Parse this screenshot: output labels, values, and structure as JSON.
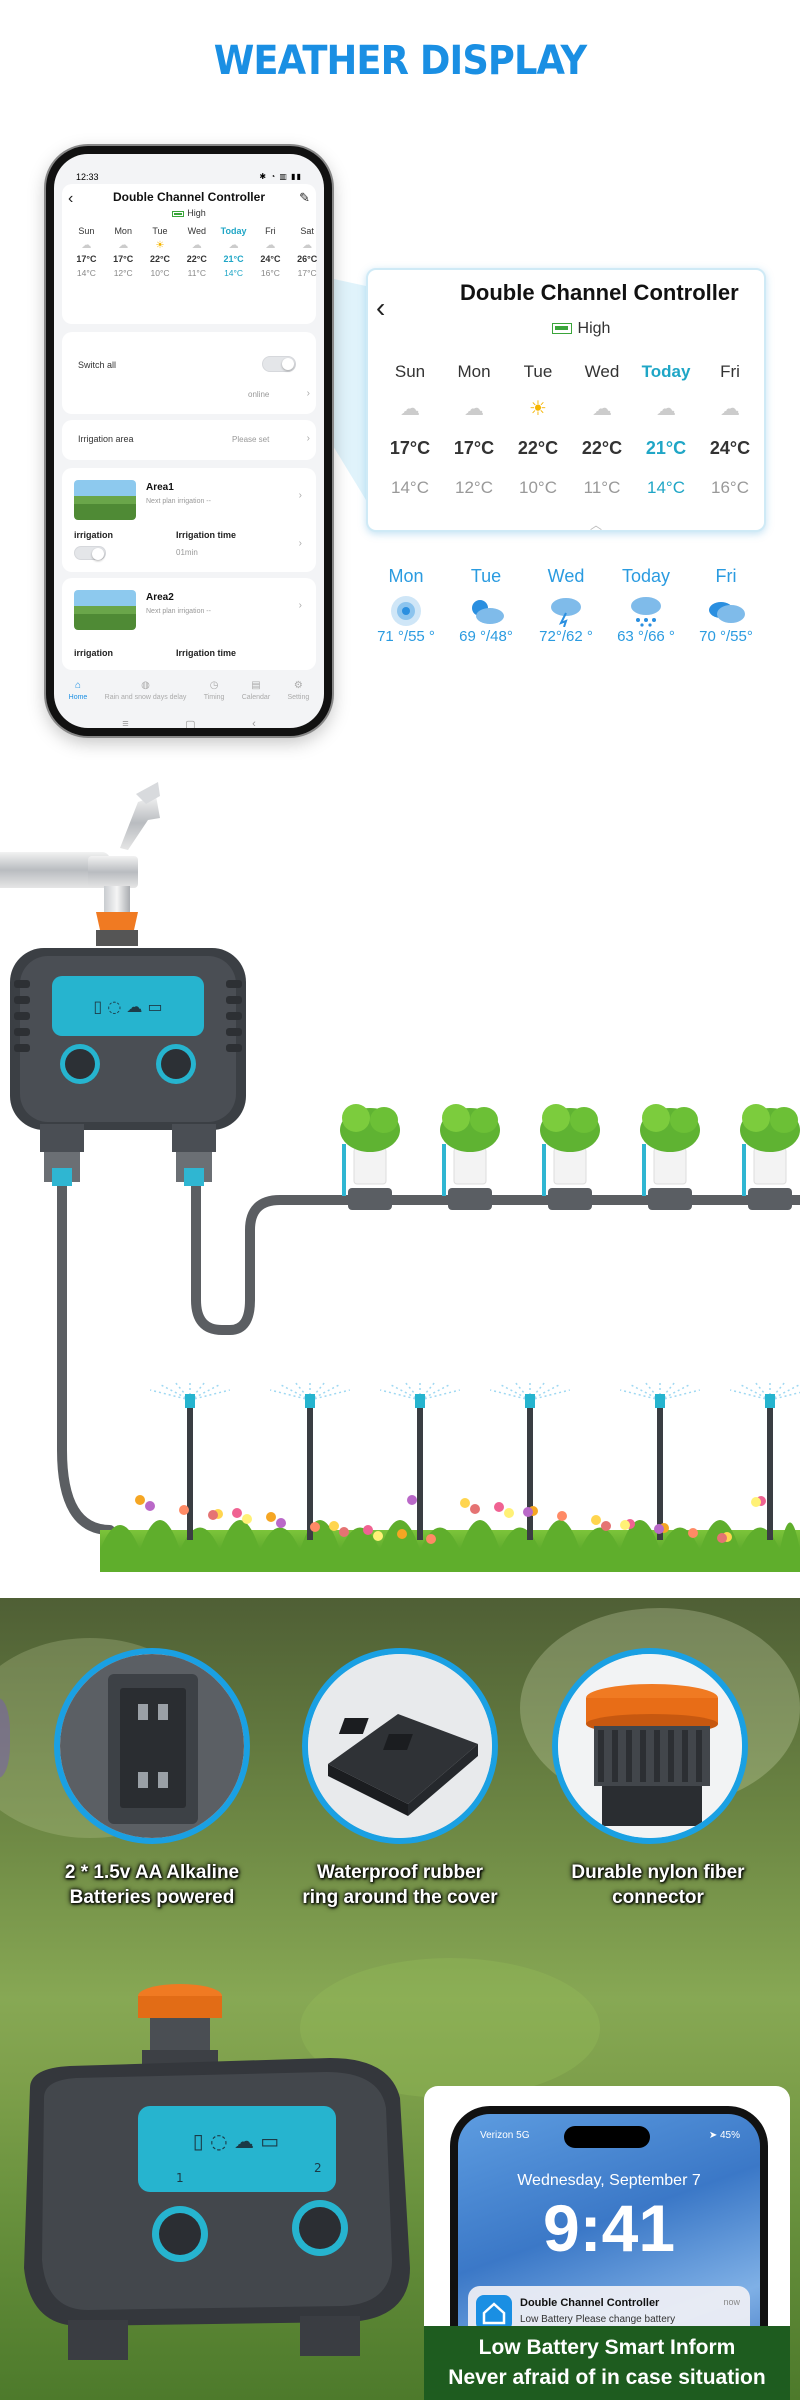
{
  "headline": "WEATHER DISPLAY",
  "phone": {
    "status_time": "12:33",
    "title": "Double Channel Controller",
    "battery_level_label": "High",
    "week": [
      {
        "day": "Sun",
        "hi": "17°C",
        "lo": "14°C",
        "icon": "cloud-icon",
        "today": false
      },
      {
        "day": "Mon",
        "hi": "17°C",
        "lo": "12°C",
        "icon": "cloud-icon",
        "today": false
      },
      {
        "day": "Tue",
        "hi": "22°C",
        "lo": "10°C",
        "icon": "sun-icon",
        "today": false
      },
      {
        "day": "Wed",
        "hi": "22°C",
        "lo": "11°C",
        "icon": "cloud-icon",
        "today": false
      },
      {
        "day": "Today",
        "hi": "21°C",
        "lo": "14°C",
        "icon": "cloud-icon",
        "today": true
      },
      {
        "day": "Fri",
        "hi": "24°C",
        "lo": "16°C",
        "icon": "cloud-icon",
        "today": false
      },
      {
        "day": "Sat",
        "hi": "26°C",
        "lo": "17°C",
        "icon": "cloud-icon",
        "today": false
      }
    ],
    "switch_all_label": "Switch all",
    "online_label": "online",
    "irrigation_area_label": "Irrigation area",
    "irrigation_area_value": "Please set",
    "areas": [
      {
        "name": "Area1",
        "next_plan": "Next plan irrigation  --",
        "irrigation_label": "irrigation",
        "time_label": "Irrigation time",
        "time_value": "01min"
      },
      {
        "name": "Area2",
        "next_plan": "Next plan irrigation  --",
        "irrigation_label": "irrigation",
        "time_label": "Irrigation time",
        "time_value": ""
      }
    ],
    "tabs": [
      {
        "label": "Home",
        "icon": "home-icon",
        "active": true
      },
      {
        "label": "Rain and snow days delay",
        "icon": "rain-icon",
        "active": false
      },
      {
        "label": "Timing",
        "icon": "clock-icon",
        "active": false
      },
      {
        "label": "Calendar",
        "icon": "calendar-icon",
        "active": false
      },
      {
        "label": "Setting",
        "icon": "gear-icon",
        "active": false
      }
    ]
  },
  "popup": {
    "title": "Double Channel Controller",
    "battery_level_label": "High",
    "week": [
      {
        "day": "Sun",
        "hi": "17°C",
        "lo": "14°C",
        "icon": "cloud-icon",
        "today": false
      },
      {
        "day": "Mon",
        "hi": "17°C",
        "lo": "12°C",
        "icon": "cloud-icon",
        "today": false
      },
      {
        "day": "Tue",
        "hi": "22°C",
        "lo": "10°C",
        "icon": "sun-icon",
        "today": false
      },
      {
        "day": "Wed",
        "hi": "22°C",
        "lo": "11°C",
        "icon": "cloud-icon",
        "today": false
      },
      {
        "day": "Today",
        "hi": "21°C",
        "lo": "14°C",
        "icon": "cloud-icon",
        "today": true
      },
      {
        "day": "Fri",
        "hi": "24°C",
        "lo": "16°C",
        "icon": "cloud-icon",
        "today": false
      }
    ]
  },
  "forecast": [
    {
      "day": "Mon",
      "temp": "71 °/55 °",
      "icon": "wind-icon"
    },
    {
      "day": "Tue",
      "temp": "69 °/48°",
      "icon": "cloud-sun-icon"
    },
    {
      "day": "Wed",
      "temp": "72°/62 °",
      "icon": "thunder-icon"
    },
    {
      "day": "Today",
      "temp": "63 °/66 °",
      "icon": "rain-icon"
    },
    {
      "day": "Fri",
      "temp": "70 °/55°",
      "icon": "cloudy-icon"
    }
  ],
  "features": [
    {
      "caption_line1": "2 * 1.5v AA Alkaline",
      "caption_line2": "Batteries powered",
      "icon": "battery-compartment-icon"
    },
    {
      "caption_line1": "Waterproof rubber",
      "caption_line2": "ring around the cover",
      "icon": "rubber-ring-icon"
    },
    {
      "caption_line1": "Durable  nylon fiber",
      "caption_line2": "connector",
      "icon": "nylon-connector-icon"
    }
  ],
  "device": {
    "channel_labels": [
      "1",
      "2"
    ]
  },
  "notification_phone": {
    "carrier": "Verizon 5G",
    "battery": "45%",
    "date": "Wednesday, September 7",
    "time": "9:41",
    "notif_title": "Double Channel Controller",
    "notif_body": "Low Battery Please change battery",
    "notif_time": "now"
  },
  "banner": {
    "line1": "Low Battery Smart Inform",
    "line2": "Never afraid of in case situation"
  },
  "colors": {
    "brand_blue": "#1a8fe3",
    "today_teal": "#1fa6c6",
    "device_cyan": "#26b4cf",
    "device_orange": "#f07a22",
    "banner_green": "#1e5c1f"
  }
}
